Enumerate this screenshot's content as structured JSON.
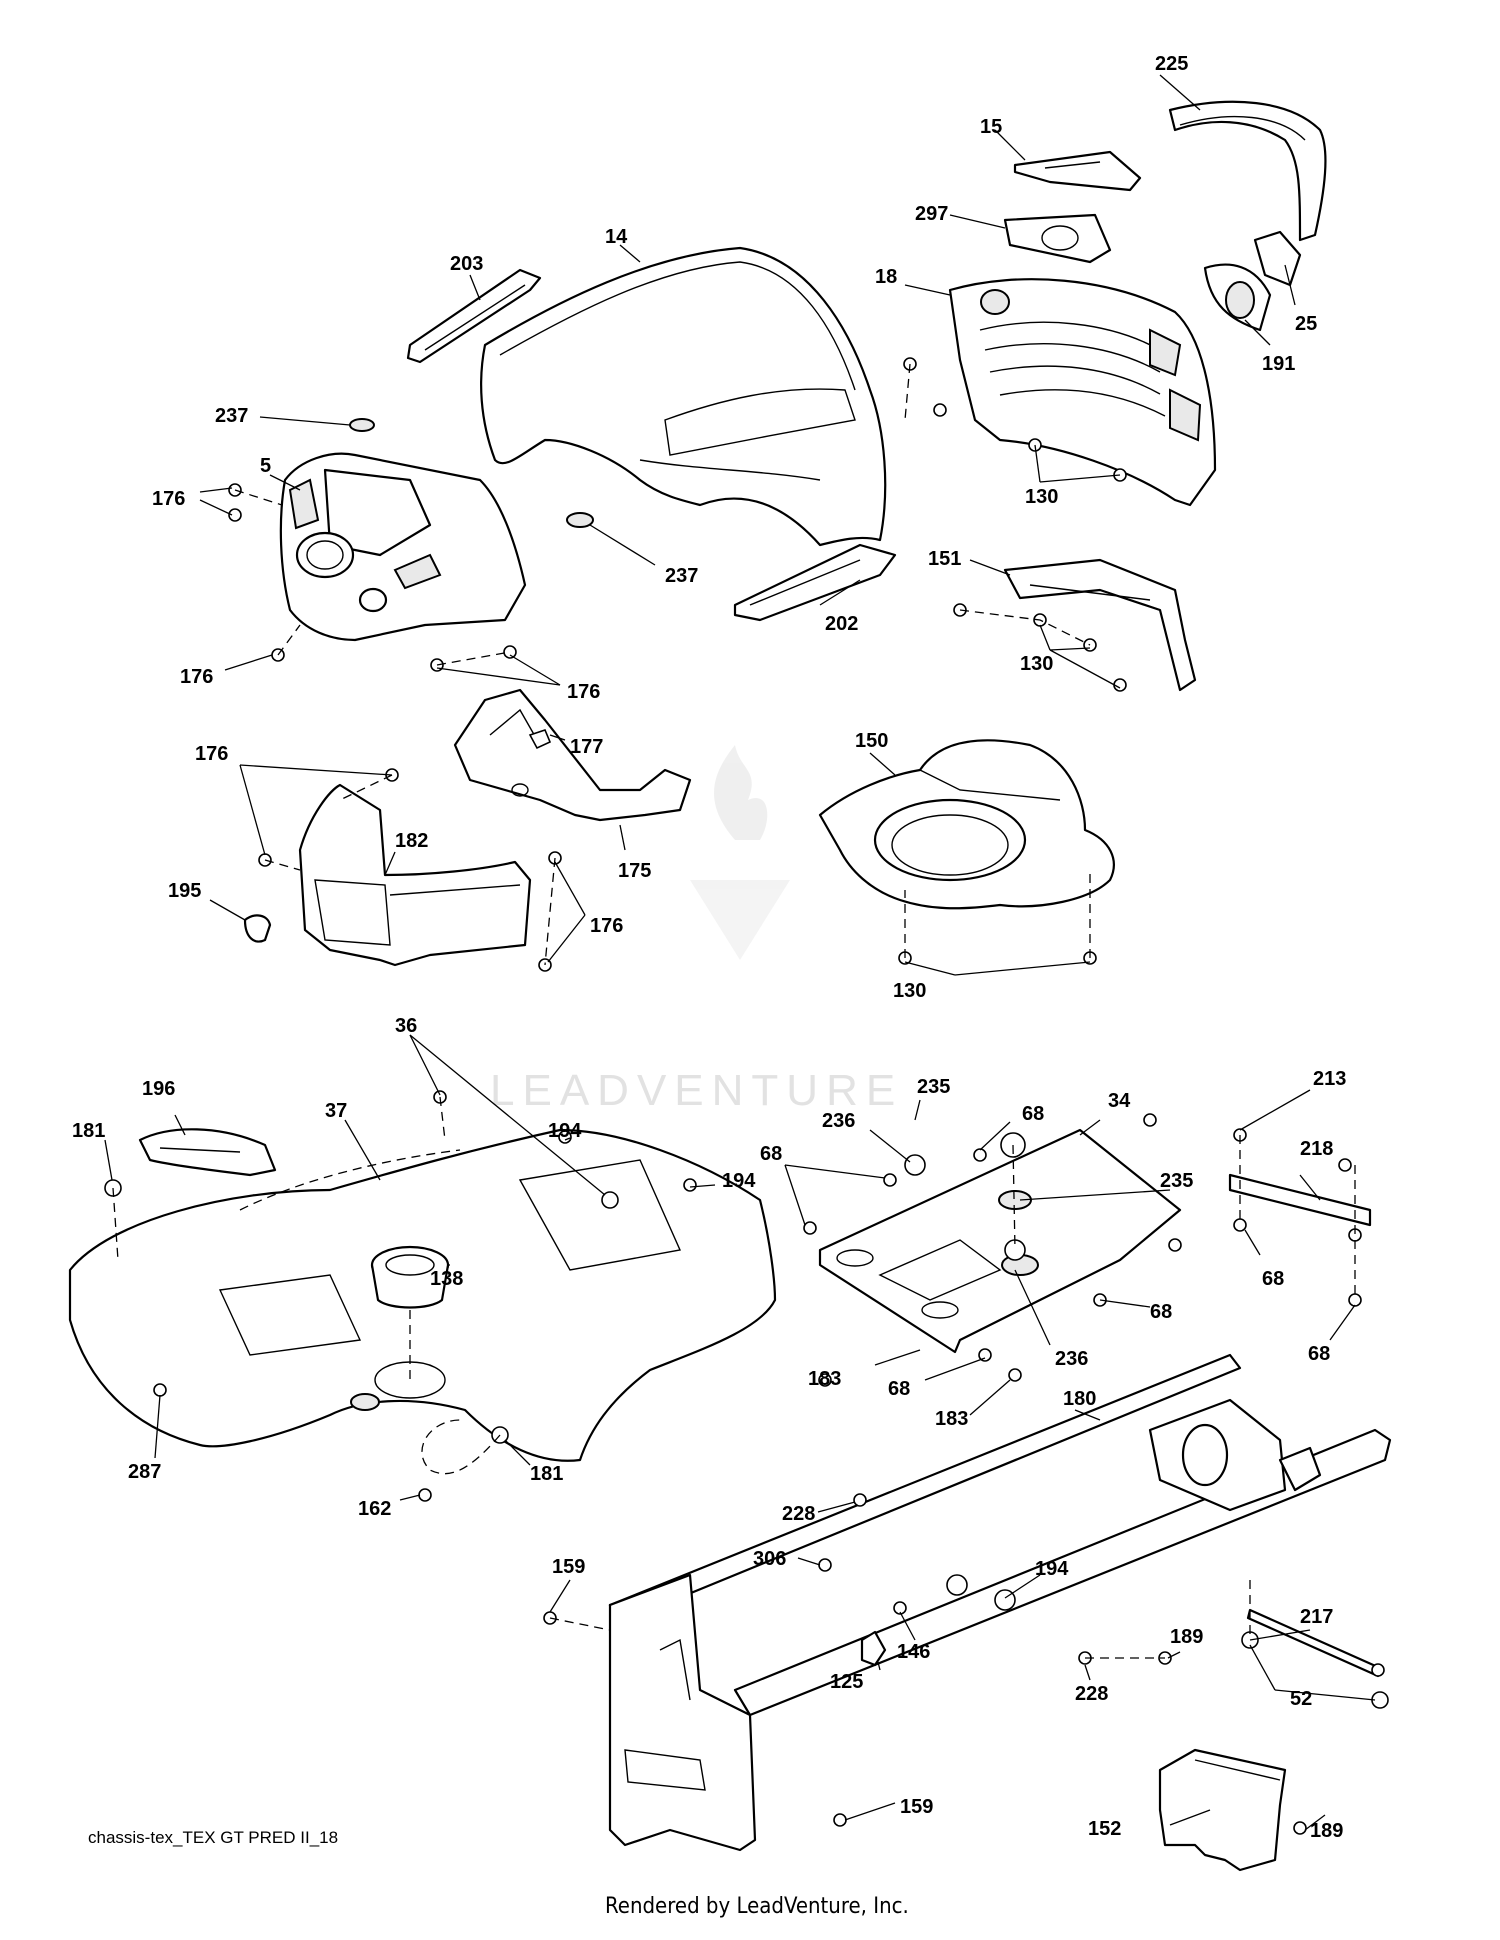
{
  "watermark": {
    "text": "LEADVENTURE"
  },
  "caption": "chassis-tex_TEX GT PRED II_18",
  "footer": "Rendered by LeadVenture, Inc.",
  "callouts": [
    {
      "id": "c225",
      "label": "225"
    },
    {
      "id": "c15",
      "label": "15"
    },
    {
      "id": "c297",
      "label": "297"
    },
    {
      "id": "c14",
      "label": "14"
    },
    {
      "id": "c203",
      "label": "203"
    },
    {
      "id": "c18",
      "label": "18"
    },
    {
      "id": "c25",
      "label": "25"
    },
    {
      "id": "c191",
      "label": "191"
    },
    {
      "id": "c237a",
      "label": "237"
    },
    {
      "id": "c5",
      "label": "5"
    },
    {
      "id": "c176a",
      "label": "176"
    },
    {
      "id": "c130a",
      "label": "130"
    },
    {
      "id": "c237b",
      "label": "237"
    },
    {
      "id": "c151",
      "label": "151"
    },
    {
      "id": "c202",
      "label": "202"
    },
    {
      "id": "c176b",
      "label": "176"
    },
    {
      "id": "c176c",
      "label": "176"
    },
    {
      "id": "c130b",
      "label": "130"
    },
    {
      "id": "c176d",
      "label": "176"
    },
    {
      "id": "c177",
      "label": "177"
    },
    {
      "id": "c150",
      "label": "150"
    },
    {
      "id": "c182",
      "label": "182"
    },
    {
      "id": "c175",
      "label": "175"
    },
    {
      "id": "c195",
      "label": "195"
    },
    {
      "id": "c176e",
      "label": "176"
    },
    {
      "id": "c130c",
      "label": "130"
    },
    {
      "id": "c36",
      "label": "36"
    },
    {
      "id": "c196",
      "label": "196"
    },
    {
      "id": "c235a",
      "label": "235"
    },
    {
      "id": "c213",
      "label": "213"
    },
    {
      "id": "c37",
      "label": "37"
    },
    {
      "id": "c194a",
      "label": "194"
    },
    {
      "id": "c68a",
      "label": "68"
    },
    {
      "id": "c34",
      "label": "34"
    },
    {
      "id": "c181a",
      "label": "181"
    },
    {
      "id": "c236a",
      "label": "236"
    },
    {
      "id": "c218",
      "label": "218"
    },
    {
      "id": "c68b",
      "label": "68"
    },
    {
      "id": "c235b",
      "label": "235"
    },
    {
      "id": "c194b",
      "label": "194"
    },
    {
      "id": "c138",
      "label": "138"
    },
    {
      "id": "c68c",
      "label": "68"
    },
    {
      "id": "c68d",
      "label": "68"
    },
    {
      "id": "c183a",
      "label": "183"
    },
    {
      "id": "c236b",
      "label": "236"
    },
    {
      "id": "c68e",
      "label": "68"
    },
    {
      "id": "c68f",
      "label": "68"
    },
    {
      "id": "c183b",
      "label": "183"
    },
    {
      "id": "c180",
      "label": "180"
    },
    {
      "id": "c287",
      "label": "287"
    },
    {
      "id": "c181b",
      "label": "181"
    },
    {
      "id": "c162",
      "label": "162"
    },
    {
      "id": "c228a",
      "label": "228"
    },
    {
      "id": "c306",
      "label": "306"
    },
    {
      "id": "c194c",
      "label": "194"
    },
    {
      "id": "c159a",
      "label": "159"
    },
    {
      "id": "c217",
      "label": "217"
    },
    {
      "id": "c146",
      "label": "146"
    },
    {
      "id": "c189a",
      "label": "189"
    },
    {
      "id": "c125",
      "label": "125"
    },
    {
      "id": "c228b",
      "label": "228"
    },
    {
      "id": "c52",
      "label": "52"
    },
    {
      "id": "c159b",
      "label": "159"
    },
    {
      "id": "c152",
      "label": "152"
    },
    {
      "id": "c189b",
      "label": "189"
    }
  ]
}
